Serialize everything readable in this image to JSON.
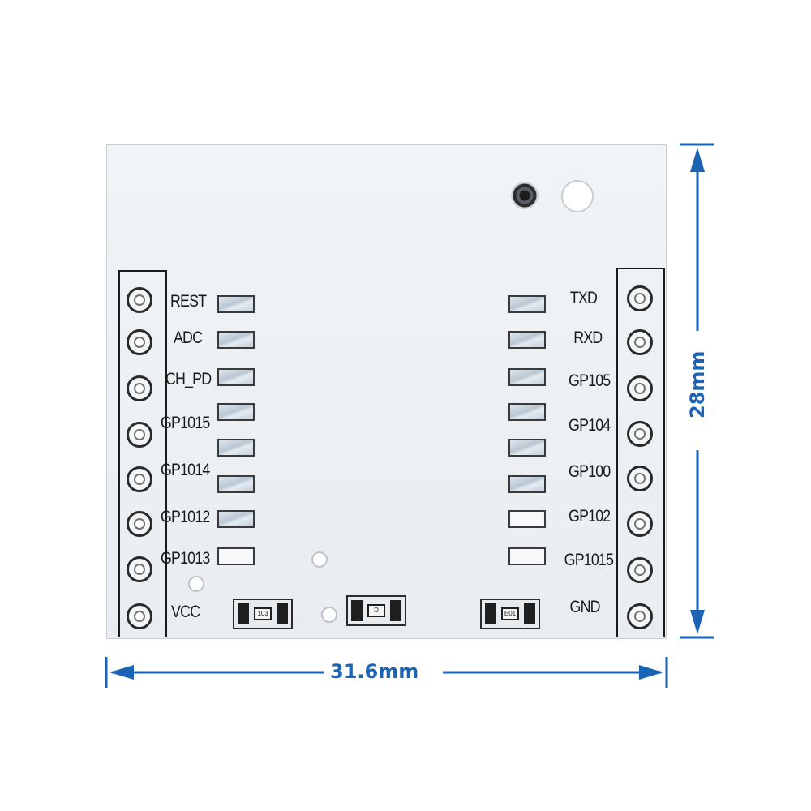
{
  "left_pins": [
    "REST",
    "ADC",
    "CH_PD",
    "GP1015",
    "GP1014",
    "GP1012",
    "GP1013",
    "VCC"
  ],
  "right_pins": [
    "TXD",
    "RXD",
    "GP105",
    "GP104",
    "GP100",
    "GP102",
    "GP1015",
    "GND"
  ],
  "smd_markings": [
    "103",
    "D",
    "E01"
  ],
  "dimensions": {
    "width": "31.6mm",
    "height": "28mm"
  },
  "colors": {
    "dimension": "#1b63b3",
    "board": "#eef1f4",
    "silkscreen": "#1a1a1a"
  }
}
